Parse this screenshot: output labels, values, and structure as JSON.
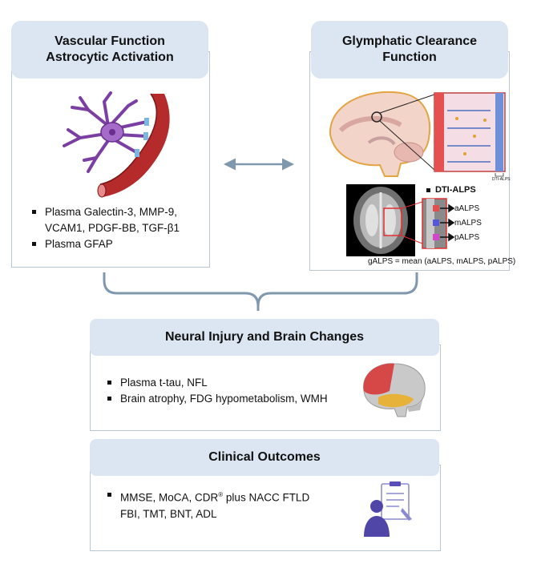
{
  "vascular": {
    "title_line1": "Vascular Function",
    "title_line2": "Astrocytic Activation",
    "items": [
      "Plasma Galectin-3, MMP-9,",
      "VCAM1, PDGF-BB, TGF-β1",
      "Plasma GFAP"
    ]
  },
  "glymphatic": {
    "title_line1": "Glymphatic Clearance",
    "title_line2": "Function",
    "dti_label": "DTI-ALPS",
    "inset_label": "DTI-ALPS",
    "rois": [
      {
        "label": "aALPS",
        "color": "#e05050"
      },
      {
        "label": "mALPS",
        "color": "#5656d8"
      },
      {
        "label": "pALPS",
        "color": "#d048c8"
      }
    ],
    "formula": "gALPS = mean (aALPS, mALPS, pALPS)"
  },
  "neural": {
    "title": "Neural Injury and Brain Changes",
    "items": [
      "Plasma t-tau, NFL",
      "Brain atrophy, FDG hypometabolism, WMH"
    ]
  },
  "clinical": {
    "title": "Clinical Outcomes",
    "item1_pre": "MMSE, MoCA, CDR",
    "item1_sup": "®",
    "item1_post": " plus NACC FTLD",
    "item2": "FBI, TMT, BNT, ADL"
  },
  "colors": {
    "header_bg": "#dbe6f2",
    "connector": "#7f98ae",
    "border": "#b9c6d4"
  },
  "icons": [
    "astrocyte-blood-vessel-icon",
    "brain-sagittal-icon",
    "brain-lateral-icon",
    "clinical-assessment-icon",
    "double-arrow-icon"
  ]
}
